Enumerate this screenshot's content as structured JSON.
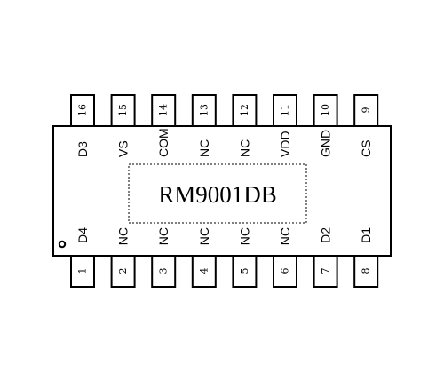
{
  "chip": {
    "name": "RM9001DB",
    "top_pins": [
      {
        "number": "16",
        "label": "D3"
      },
      {
        "number": "15",
        "label": "VS"
      },
      {
        "number": "14",
        "label": "COM"
      },
      {
        "number": "13",
        "label": "NC"
      },
      {
        "number": "12",
        "label": "NC"
      },
      {
        "number": "11",
        "label": "VDD"
      },
      {
        "number": "10",
        "label": "GND"
      },
      {
        "number": "9",
        "label": "CS"
      }
    ],
    "bottom_pins": [
      {
        "number": "1",
        "label": "D4"
      },
      {
        "number": "2",
        "label": "NC"
      },
      {
        "number": "3",
        "label": "NC"
      },
      {
        "number": "4",
        "label": "NC"
      },
      {
        "number": "5",
        "label": "NC"
      },
      {
        "number": "6",
        "label": "NC"
      },
      {
        "number": "7",
        "label": "D2"
      },
      {
        "number": "8",
        "label": "D1"
      }
    ]
  }
}
